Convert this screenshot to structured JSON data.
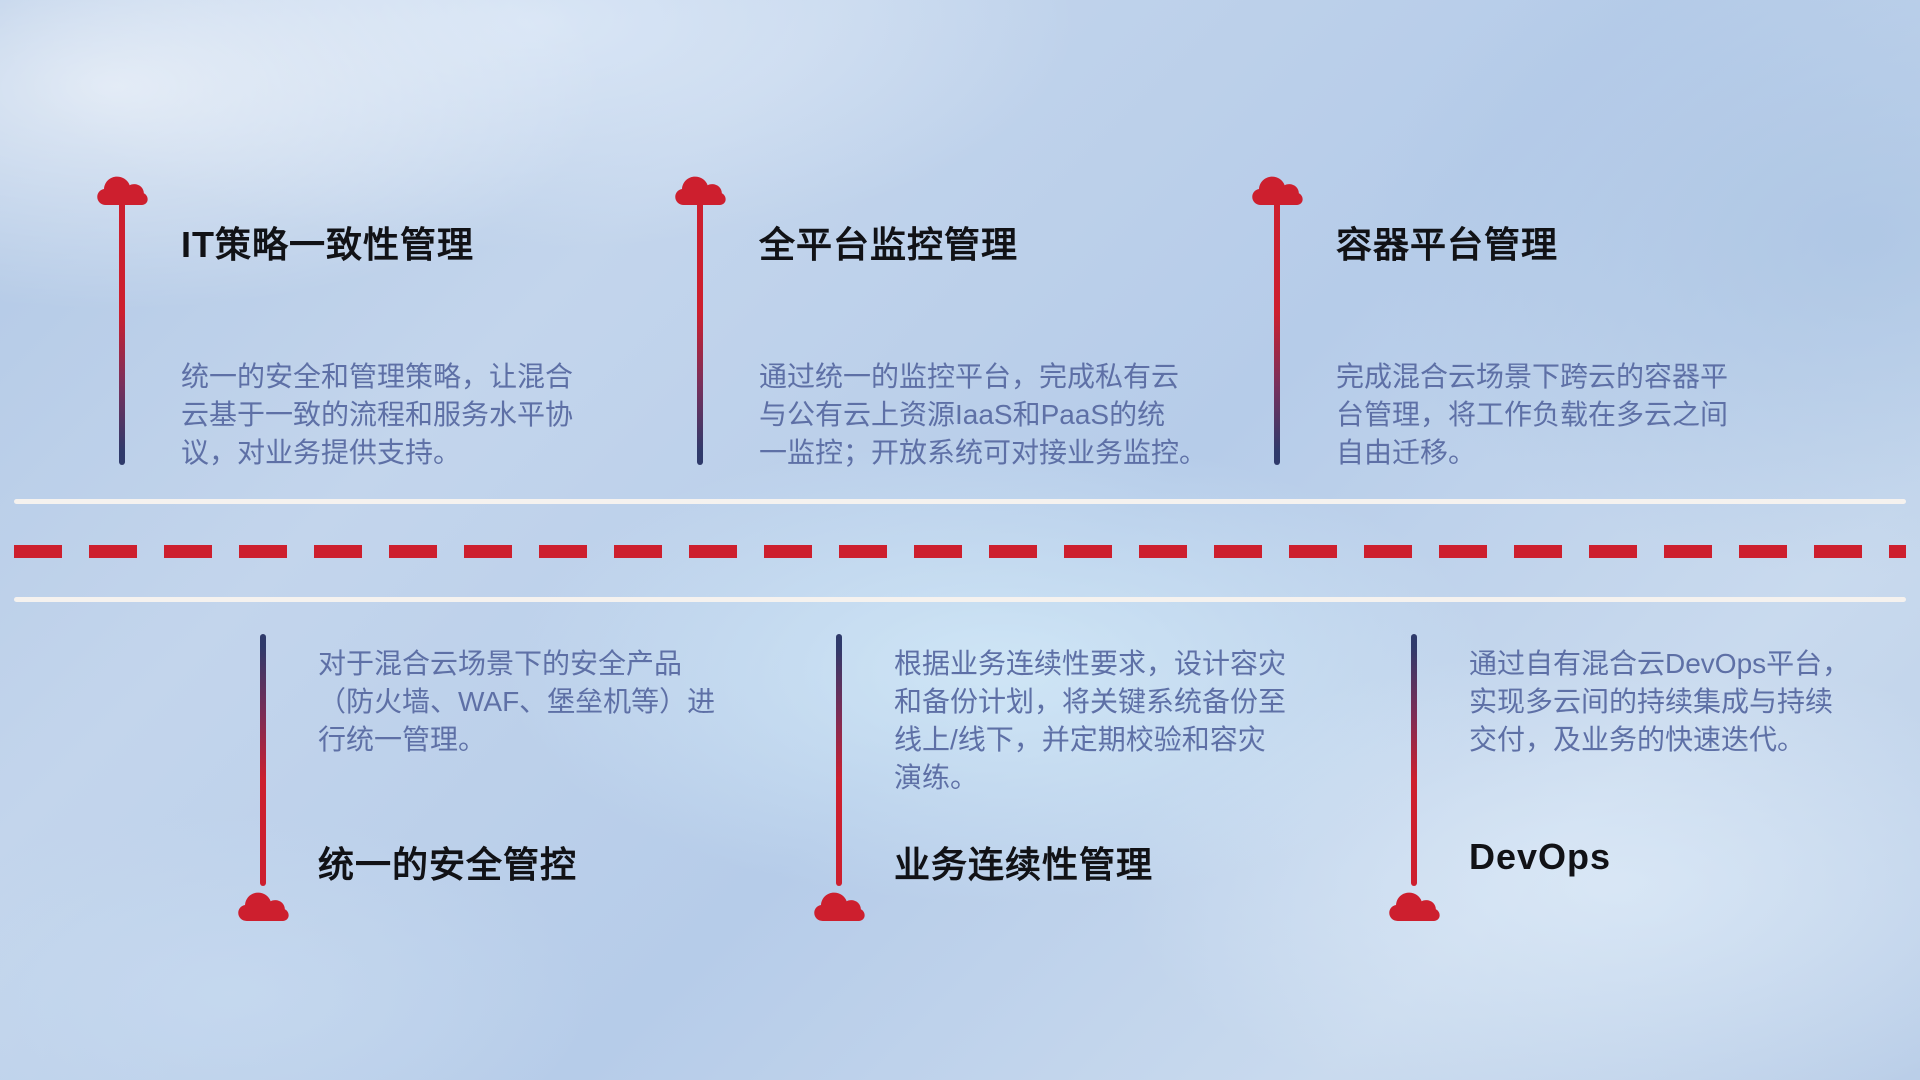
{
  "colors": {
    "accent_red": "#cd1f2e",
    "line_navy": "#2f3a6b",
    "desc_text": "#5e70a6",
    "title_text": "#111216",
    "road_white": "#f5f2ef"
  },
  "top_items": [
    {
      "title": "IT策略一致性管理",
      "description": "统一的安全和管理策略，让混合\n云基于一致的流程和服务水平协\n议，对业务提供支持。"
    },
    {
      "title": "全平台监控管理",
      "description": "通过统一的监控平台，完成私有云\n与公有云上资源IaaS和PaaS的统\n一监控；开放系统可对接业务监控。"
    },
    {
      "title": "容器平台管理",
      "description": "完成混合云场景下跨云的容器平\n台管理，将工作负载在多云之间\n自由迁移。"
    }
  ],
  "bottom_items": [
    {
      "title": "统一的安全管控",
      "description": "对于混合云场景下的安全产品\n（防火墙、WAF、堡垒机等）进\n行统一管理。"
    },
    {
      "title": "业务连续性管理",
      "description": "根据业务连续性要求，设计容灾\n和备份计划，将关键系统备份至\n线上/线下，并定期校验和容灾\n演练。"
    },
    {
      "title": "DevOps",
      "description": "通过自有混合云DevOps平台，\n实现多云间的持续集成与持续\n交付，及业务的快速迭代。"
    }
  ]
}
